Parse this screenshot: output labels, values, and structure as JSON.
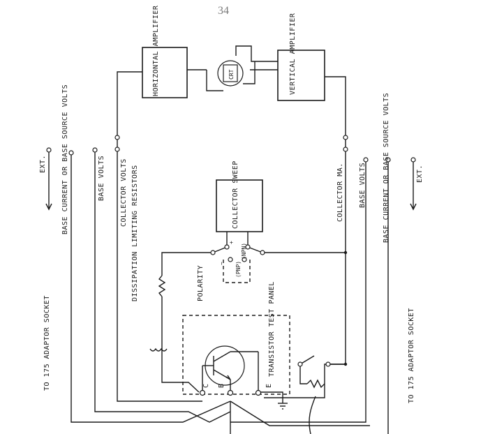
{
  "page_number": "34",
  "blocks": {
    "horizontal_amplifier": "HORIZONTAL AMPLIFIER",
    "vertical_amplifier": "VERTICAL AMPLIFIER",
    "crt": "CRT",
    "collector_sweep": "COLLECTOR SWEEP",
    "test_panel": "TRANSISTOR TEST PANEL"
  },
  "left_side": {
    "adaptor_socket": "TO 175 ADAPTOR SOCKET",
    "ext": "EXT.",
    "base_current": "BASE CURRENT OR BASE SOURCE VOLTS",
    "base_volts": "BASE VOLTS",
    "collector_volts": "COLLECTOR VOLTS"
  },
  "right_side": {
    "collector_ma": "COLLECTOR MA.",
    "base_volts": "BASE VOLTS",
    "base_current": "BASE CURRENT OR BASE SOURCE VOLTS",
    "ext": "EXT.",
    "adaptor_socket": "TO 175 ADAPTOR SOCKET"
  },
  "labels": {
    "dissipation": "DISSIPATION LIMITING RESISTORS",
    "polarity": "POLARITY",
    "pnp": "(PNP)",
    "npn": "(NPN)",
    "plus": "+",
    "minus": "−",
    "c": "C",
    "b": "B",
    "e": "E"
  }
}
